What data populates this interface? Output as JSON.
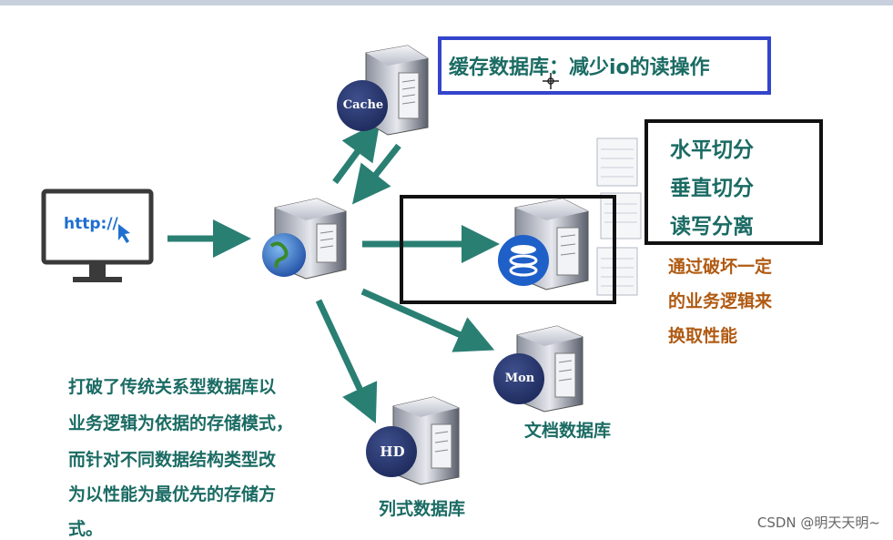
{
  "topbar_color": "#c7d0dc",
  "cache_title": "缓存数据库：减少io的读操作",
  "monitor_text": "http://",
  "server_badges": {
    "cache": "Cache",
    "mongo": "Mon",
    "hd": "HD"
  },
  "split_methods": [
    "水平切分",
    "垂直切分",
    "读写分离"
  ],
  "tradeoff_lines": [
    "通过破坏一定",
    "的业务逻辑来",
    "换取性能"
  ],
  "doc_db_label": "文档数据库",
  "column_db_label": "列式数据库",
  "description_lines": [
    "打破了传统关系型数据库以",
    "业务逻辑为依据的存储模式，",
    "而针对不同数据结构类型改",
    "为以性能为最优先的存储方",
    "式。"
  ],
  "watermark": "CSDN @明天天明~",
  "colors": {
    "teal": "#1a6b63",
    "brown": "#b05a12",
    "blue_box": "#3344cc",
    "arrow": "#2a7f73"
  }
}
